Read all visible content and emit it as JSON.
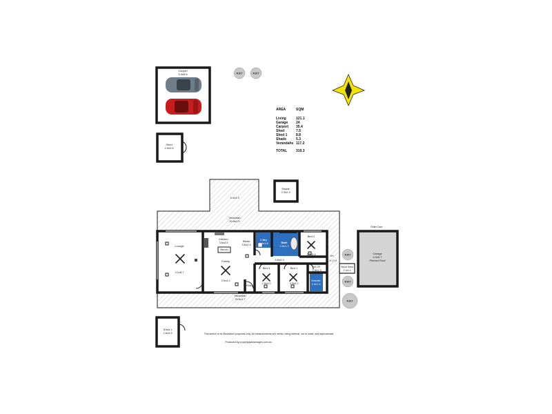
{
  "rooms": {
    "carport": {
      "name": "Carport",
      "dim": "5.4x5.6"
    },
    "shed": {
      "name": "Shed",
      "dim": "2.5x2.6"
    },
    "shade": {
      "name": "Shade",
      "dim": "2.3x2.3"
    },
    "top_vr": {
      "dim": "5.4x3.3"
    },
    "verandah_top": {
      "name": "Verandah",
      "dim": "20.8x2.5"
    },
    "lounge": {
      "name": "Lounge",
      "dim": "3.1x5.7"
    },
    "kitchen": {
      "name": "Kitchen",
      "dim": "3.6x2.4"
    },
    "bench": {
      "name": "Bench"
    },
    "meals": {
      "name": "Meals",
      "dim": "3.6x2.4"
    },
    "ldry": {
      "name": "L'dry",
      "dim": "1.9x1.8"
    },
    "bath": {
      "name": "Bath",
      "dim": "2.5x1.7"
    },
    "bed2": {
      "name": "Bed 2",
      "dim": "2.7x3.4"
    },
    "family": {
      "name": "Family",
      "dim": "3.5x4.2"
    },
    "hall": {
      "dim": "6.6x0.9"
    },
    "bed3": {
      "name": "Bed 3",
      "dim": "2.9x3.2"
    },
    "bed1": {
      "name": "Bed 1",
      "dim": "3.3x3.2"
    },
    "wir": {
      "name": "W.I.R",
      "dim": "1.5x1.3"
    },
    "ensuite": {
      "name": "Ensuite",
      "dim": "1.9x1.4"
    },
    "entry": {
      "name": "Entry"
    },
    "wood_shed": {
      "name": "Wood Shed",
      "dim": "2.1x1.4"
    },
    "verandah_bottom": {
      "name": "Verandah",
      "dim": "20.8x1.7"
    },
    "side_vr": {
      "label": "Vrh",
      "dim": "1.7x 17.4"
    },
    "roller_door": {
      "name": "Roller Door"
    },
    "garage": {
      "name": "Garage",
      "dim": "4.0x5.7",
      "note": "Pitched Roof"
    },
    "shed1": {
      "name": "Shed 1",
      "dim": "2.6x3.3"
    }
  },
  "tanks": [
    "R.W.T",
    "R.W.T",
    "R.W.T",
    "R.W.T",
    "R.W.T"
  ],
  "area_table": {
    "header": {
      "label": "AREA",
      "unit": "SQM"
    },
    "rows": [
      {
        "label": "Living",
        "value": "121.1"
      },
      {
        "label": "Garage",
        "value": "24"
      },
      {
        "label": "Carport",
        "value": "35.4"
      },
      {
        "label": "Shed",
        "value": "7.5"
      },
      {
        "label": "Shed 1",
        "value": "8.8"
      },
      {
        "label": "Shade",
        "value": "5.3"
      },
      {
        "label": "Verandahs",
        "value": "117.2"
      }
    ],
    "total": {
      "label": "TOTAL",
      "value": "319.3"
    }
  },
  "disclaimer": "This sketch is for illustration purposes only.   All measurements are metric, being internal, not to scale, and approximate.",
  "credit": "Produced by propertyplansimages.com.au",
  "colors": {
    "wet_area": "#2f6fc0",
    "garage_fill": "#d4d4d4",
    "car_grey": "#6f7d88",
    "car_red": "#c81d1d",
    "compass": "#f2e600"
  }
}
